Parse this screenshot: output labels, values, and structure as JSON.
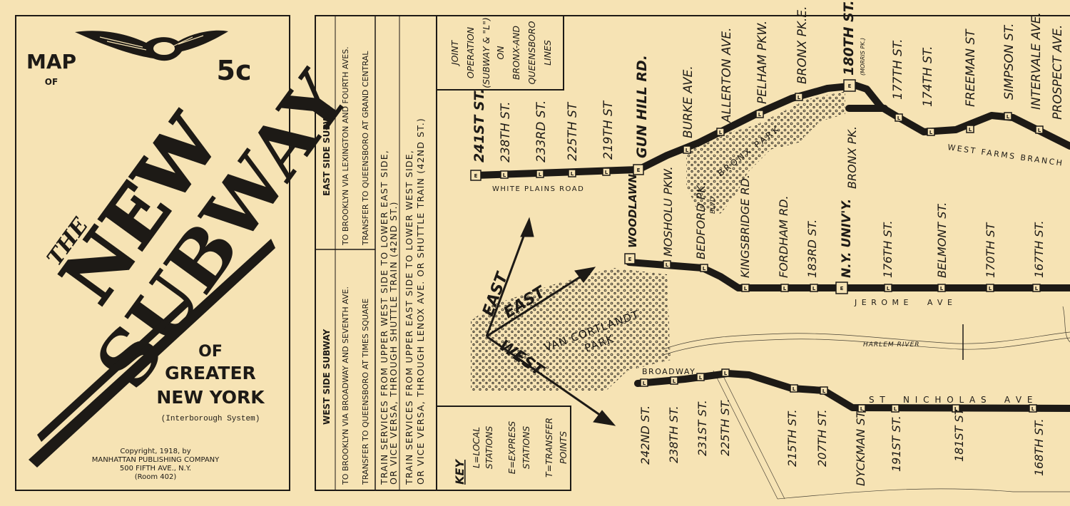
{
  "cover": {
    "map_of_1": "MAP",
    "map_of_2": "OF",
    "price": "5c",
    "title_the": "THE",
    "title_new": "NEW",
    "title_subway": "SUBWAY",
    "of": "OF",
    "greater": "GREATER",
    "new_york": "NEW YORK",
    "system": "(Interborough System)",
    "copyright": [
      "Copyright, 1918, by",
      "MANHATTAN PUBLISHING COMPANY",
      "500 FIFTH AVE., N.Y.",
      "(Room 402)"
    ]
  },
  "info_panel": {
    "west_heading": "WEST SIDE SUBWAY",
    "west_line1": "TO BROOKLYN VIA BROADWAY AND SEVENTH AVE.",
    "west_line2": "TRANSFER TO QUEENSBORO AT TIMES SQUARE",
    "east_heading": "EAST SIDE SUBWAY",
    "east_line1": "TO BROOKLYN VIA LEXINGTON AND FOURTH AVES.",
    "east_line2": "TRANSFER TO QUEENSBORO AT GRAND CENTRAL",
    "service1_a": "TRAIN SERVICES FROM UPPER WEST SIDE TO LOWER EAST SIDE,",
    "service1_b": "OR VICE VERSA, THROUGH SHUTTLE TRAIN (42ND ST.)",
    "service2_a": "TRAIN SERVICES FROM UPPER EAST SIDE TO LOWER WEST SIDE,",
    "service2_b": "OR VICE VERSA, THROUGH LENOX AVE. OR SHUTTLE TRAIN (42ND ST.)"
  },
  "joint_box": [
    "JOINT",
    "OPERATION",
    "(SUBWAY & \"L\")",
    "ON",
    "BRONX-AND",
    "QUEENSBORO",
    "LINES"
  ],
  "key_box": {
    "title": "KEY",
    "lines": [
      "L=LOCAL",
      "STATIONS",
      "E=EXPRESS",
      "STATIONS",
      "T=TRANSFER",
      "POINTS"
    ]
  },
  "compass": {
    "east1": "EAST",
    "east2": "EAST",
    "west": "WEST"
  },
  "parks": {
    "van_cortlandt_1": "VAN CORTLANDT",
    "van_cortlandt_2": "PARK",
    "bronx_park": "BRONX PARK"
  },
  "street_labels": {
    "white_plains": "WHITE PLAINS ROAD",
    "jerome": "J E R O M E     A V E",
    "broadway": "BROADWAY",
    "st_nicholas": "S T    N I C H O L A S    A V E",
    "west_farms": "WEST FARMS BRANCH",
    "harlem_river": "HARLEM RIVER"
  },
  "stations_white_plains": [
    "241ST ST.",
    "238TH ST.",
    "233RD ST.",
    "225TH ST",
    "219TH ST",
    "GUN HILL RD.",
    "BURKE AVE.",
    "ALLERTON AVE.",
    "PELHAM PKW.",
    "BRONX PK.E.",
    "180TH ST.",
    "(MORRIS PK.)"
  ],
  "stations_west_farms": [
    "177TH ST.",
    "174TH ST.",
    "FREEMAN ST",
    "SIMPSON ST.",
    "INTERVALE AVE.",
    "PROSPECT AVE."
  ],
  "stations_jerome": [
    "WOODLAWN",
    "MOSHOLU PKW.",
    "BEDFORD PK.",
    "BLVD",
    "KINGSBRIDGE RD.",
    "FORDHAM RD.",
    "183RD ST.",
    "N.Y. UNIV'Y.",
    "BRONX PK.",
    "176TH ST.",
    "BELMONT ST.",
    "170TH ST",
    "167TH ST."
  ],
  "stations_broadway": [
    "242ND ST.",
    "238TH ST.",
    "231ST ST.",
    "225TH ST.",
    "215TH ST.",
    "207TH ST.",
    "DYCKMAN ST.",
    "191ST ST.",
    "181ST ST.",
    "168TH ST."
  ]
}
